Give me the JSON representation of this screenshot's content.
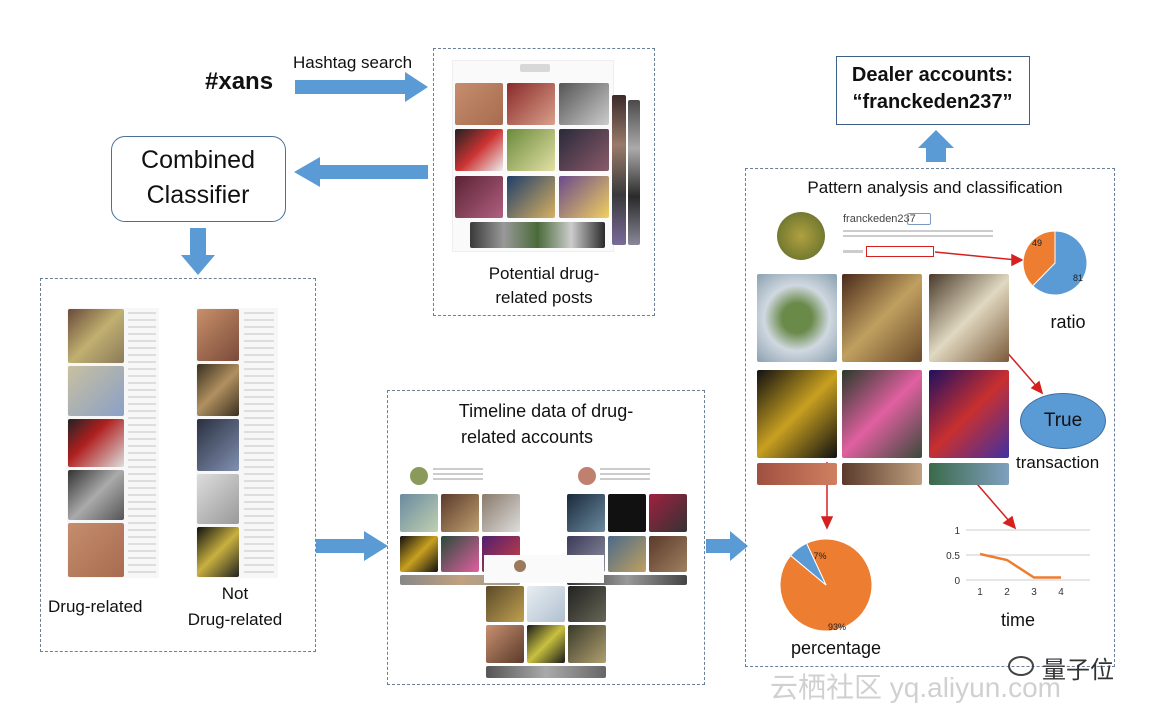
{
  "hashtag": "#xans",
  "hashtag_search_label": "Hashtag search",
  "combined_classifier": {
    "line1": "Combined",
    "line2": "Classifier"
  },
  "potential_posts": {
    "line1": "Potential drug-",
    "line2": "related posts"
  },
  "drug_related_label": "Drug-related",
  "not_drug_related": {
    "line1": "Not",
    "line2": "Drug-related"
  },
  "timeline": {
    "line1": "Timeline data of drug-",
    "line2": "related accounts"
  },
  "dealer": {
    "line1": "Dealer accounts:",
    "line2": "“franckeden237”"
  },
  "pattern_title": "Pattern analysis and classification",
  "profile_username": "franckeden237",
  "ratio_label": "ratio",
  "true_label": "True",
  "transaction_label": "transaction",
  "percentage_label": "percentage",
  "time_label": "time",
  "watermark": "云栖社区 yq.aliyun.com",
  "watermark_brand": "量子位",
  "colors": {
    "blue": "#5b9bd5",
    "orange": "#ed7d31",
    "arrow_blue": "#5b9bd5",
    "red_arrow": "#d62020",
    "dash": "#6b7f99"
  },
  "chart_data": [
    {
      "type": "pie",
      "label": "ratio",
      "values": [
        81,
        49
      ],
      "value_labels": [
        "81",
        "49"
      ],
      "colors": [
        "#5b9bd5",
        "#ed7d31"
      ]
    },
    {
      "type": "pie",
      "label": "percentage",
      "values": [
        93,
        7
      ],
      "value_labels": [
        "93%",
        "7%"
      ],
      "colors": [
        "#ed7d31",
        "#5b9bd5"
      ]
    },
    {
      "type": "line",
      "x": [
        1,
        2,
        3,
        4
      ],
      "values": [
        0.52,
        0.4,
        0.05,
        0.05
      ],
      "ylim": [
        0,
        1
      ],
      "yticks": [
        "0",
        "0.5",
        "1"
      ],
      "xticks": [
        "1",
        "2",
        "3",
        "4"
      ],
      "xlabel": "time",
      "color": "#ed7d31"
    }
  ]
}
